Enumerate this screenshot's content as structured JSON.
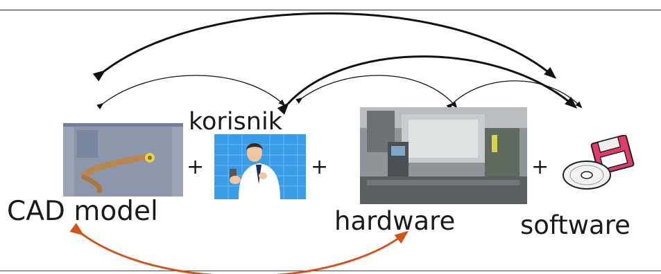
{
  "labels": {
    "user": "korisnik",
    "cad": "CAD model",
    "hardware": "hardware",
    "software": "software"
  },
  "plus_sign": "+",
  "icons": {
    "cad": "cad-screenshot-icon",
    "user": "user-phone-icon",
    "hardware": "machine-photo-icon",
    "software": "disk-icon"
  },
  "colors": {
    "arrow_dark": "#111111",
    "arrow_orange": "#d2541c",
    "text": "#1a1a1a"
  }
}
